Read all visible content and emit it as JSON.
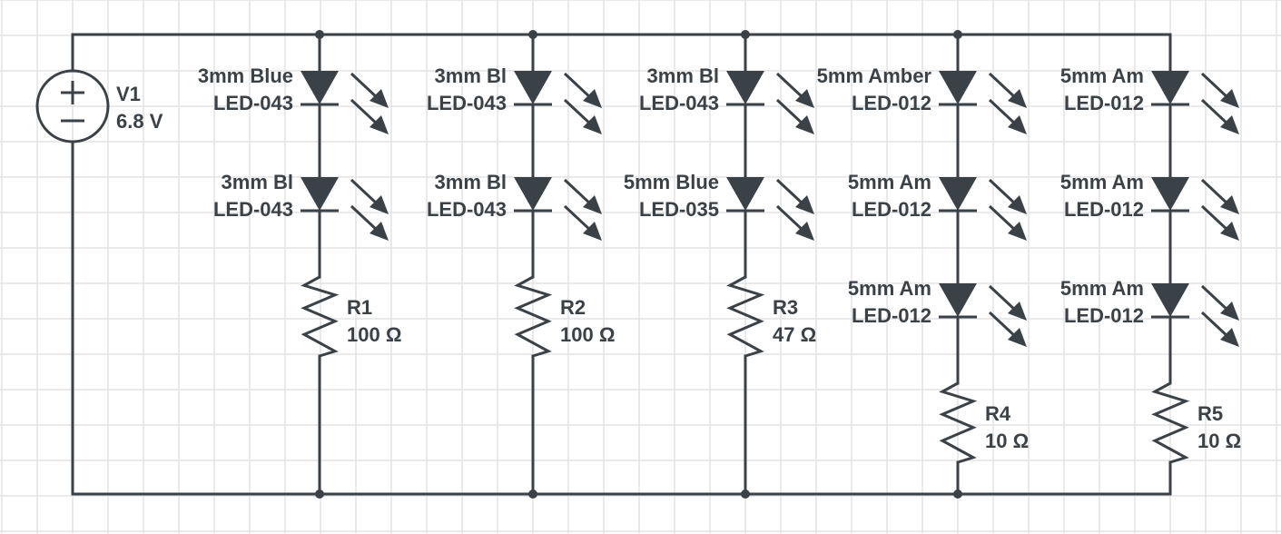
{
  "diagram": {
    "type": "circuit-schematic",
    "colors": {
      "wire": "#3a4248",
      "grid": "#e3e3e3",
      "background": "#ffffff"
    },
    "source": {
      "id": "V1",
      "value": "6.8 V",
      "symbol": "dc-voltage-source"
    },
    "branches": [
      {
        "leds": [
          {
            "name": "3mm Blue",
            "part": "LED-043"
          },
          {
            "name": "3mm Bl",
            "part": "LED-043"
          }
        ],
        "resistor": {
          "id": "R1",
          "value": "100 Ω"
        }
      },
      {
        "leds": [
          {
            "name": "3mm Bl",
            "part": "LED-043"
          },
          {
            "name": "3mm Bl",
            "part": "LED-043"
          }
        ],
        "resistor": {
          "id": "R2",
          "value": "100 Ω"
        }
      },
      {
        "leds": [
          {
            "name": "3mm Bl",
            "part": "LED-043"
          },
          {
            "name": "5mm Blue",
            "part": "LED-035"
          }
        ],
        "resistor": {
          "id": "R3",
          "value": "47 Ω"
        }
      },
      {
        "leds": [
          {
            "name": "5mm Amber",
            "part": "LED-012"
          },
          {
            "name": "5mm Am",
            "part": "LED-012"
          },
          {
            "name": "5mm Am",
            "part": "LED-012"
          }
        ],
        "resistor": {
          "id": "R4",
          "value": "10 Ω"
        }
      },
      {
        "leds": [
          {
            "name": "5mm Am",
            "part": "LED-012"
          },
          {
            "name": "5mm Am",
            "part": "LED-012"
          },
          {
            "name": "5mm Am",
            "part": "LED-012"
          }
        ],
        "resistor": {
          "id": "R5",
          "value": "10 Ω"
        }
      }
    ]
  }
}
